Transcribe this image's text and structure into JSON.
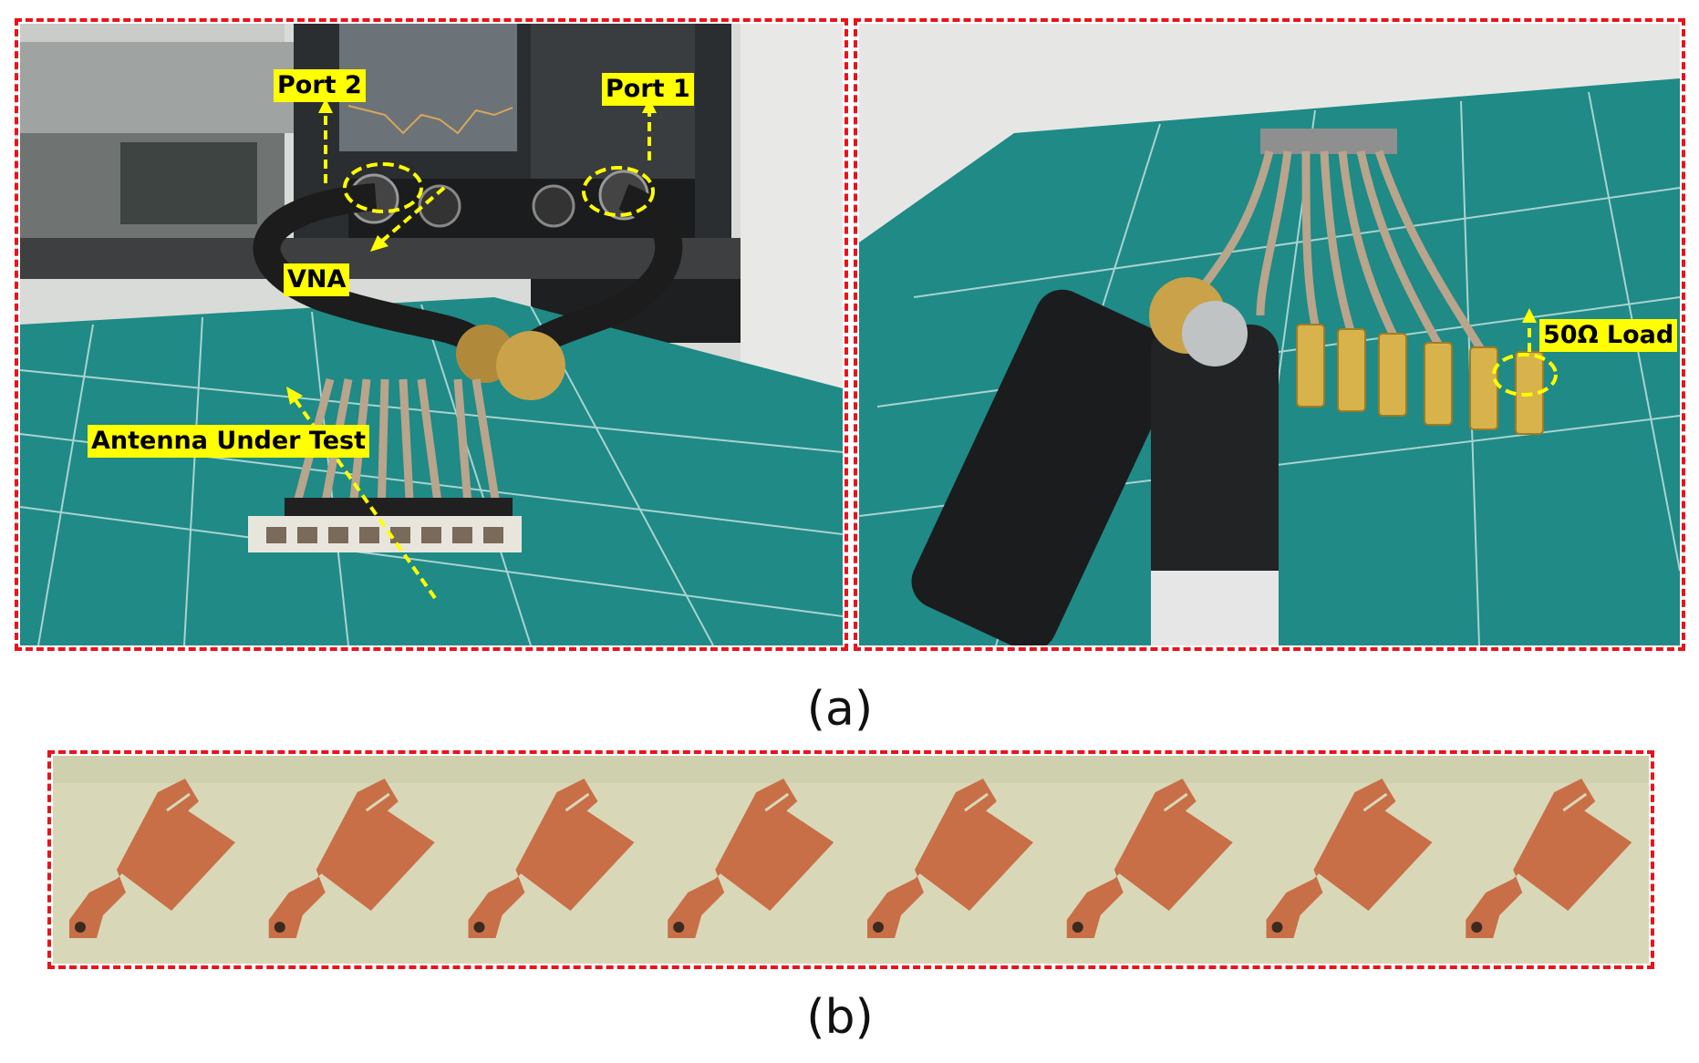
{
  "captions": {
    "a": "(a)",
    "b": "(b)"
  },
  "annotations": {
    "port2": "Port 2",
    "port1": "Port 1",
    "vna": "VNA",
    "antenna_under_test": "Antenna Under Test",
    "load": "50Ω Load"
  },
  "colors": {
    "frame_border": "#e8141c",
    "label_background": "#ffff00",
    "callout_line": "#ffff00",
    "mat": "#1f8a86",
    "copper": "#c86f47",
    "substrate": "#d8d8b8"
  },
  "antenna_count": 8
}
